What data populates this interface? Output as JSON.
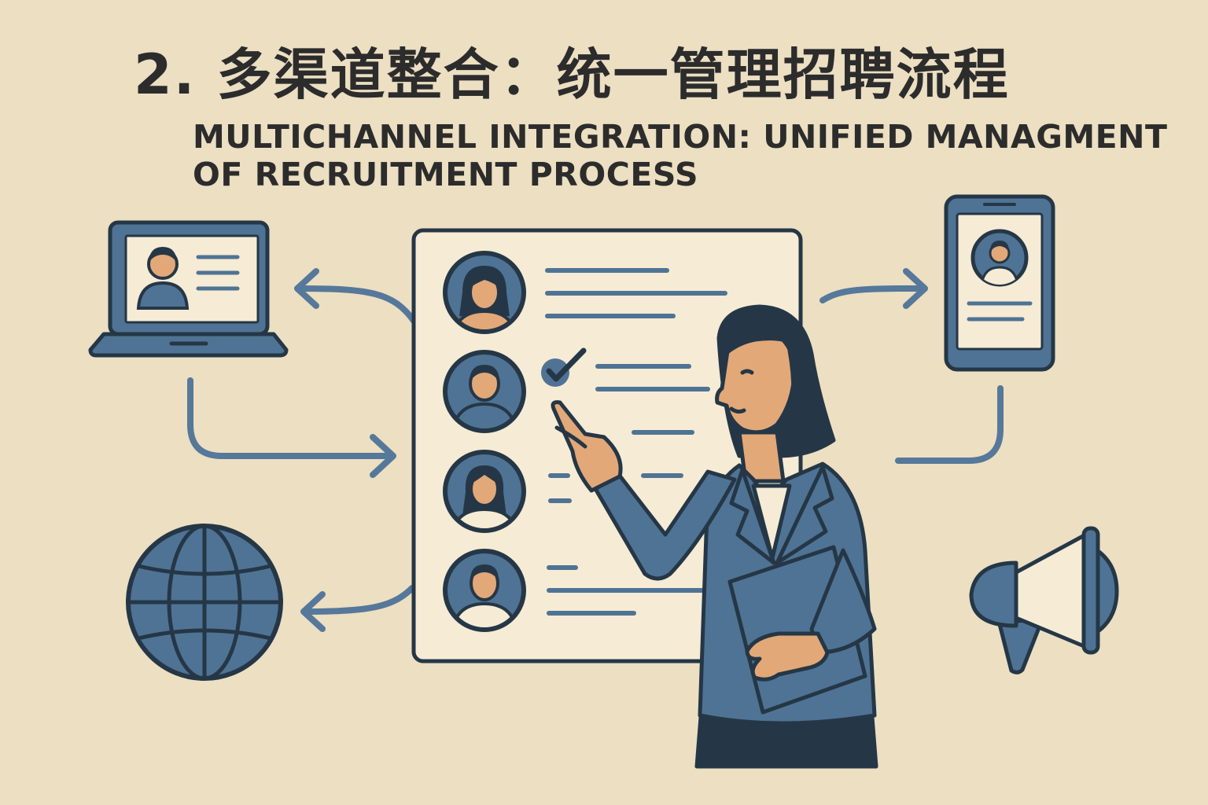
{
  "title": {
    "zh": "2. 多渠道整合：统一管理招聘流程",
    "en_line1": "MULTICHANNEL INTEGRATION: UNIFIED MANAGMENT",
    "en_line2": "OF RECRUITMENT PROCESS"
  },
  "colors": {
    "background": "#ecdfc2",
    "blue": "#4f7394",
    "dark": "#253746",
    "skin": "#e3a878",
    "cream": "#f6ebd5",
    "line_blue": "#56789a"
  },
  "icons": {
    "laptop": "laptop-icon",
    "phone": "phone-icon",
    "globe": "globe-icon",
    "megaphone": "megaphone-icon",
    "checkmark": "checkmark-icon"
  }
}
